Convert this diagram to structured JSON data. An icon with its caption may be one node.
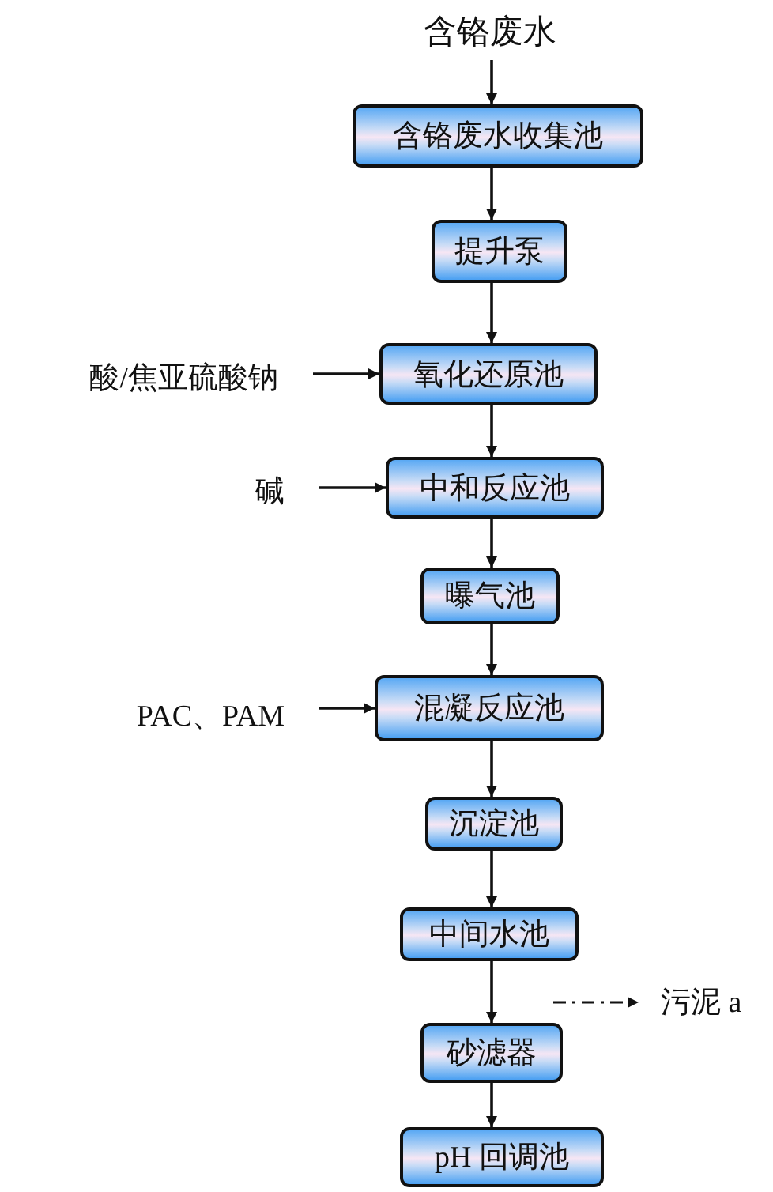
{
  "diagram": {
    "nodes": [
      {
        "text": [
          "含铬废水"
        ]
      },
      {
        "text": [
          "含铬废水收集池"
        ]
      },
      {
        "text": [
          "提升泵"
        ]
      },
      {
        "text": [
          "氧化还原池"
        ]
      },
      {
        "text": [
          "中和反应池"
        ]
      },
      {
        "text": [
          "曝气池"
        ]
      },
      {
        "text": [
          "混凝反应池"
        ]
      },
      {
        "text": [
          "沉淀池"
        ]
      },
      {
        "text": [
          "中间水池"
        ]
      },
      {
        "text": [
          "砂滤器"
        ]
      },
      {
        "text": [
          "pH 回调池"
        ]
      },
      {
        "text": [
          "酸/焦亚硫酸钠"
        ]
      },
      {
        "text": [
          "碱"
        ]
      },
      {
        "text": [
          "PAC、PAM"
        ]
      },
      {
        "text": [
          "污泥 a"
        ]
      }
    ],
    "edges": [
      {
        "from": 0,
        "to": 1,
        "arrow": "to"
      },
      {
        "from": 1,
        "to": 2,
        "arrow": "to"
      },
      {
        "from": 2,
        "to": 3,
        "arrow": "to"
      },
      {
        "from": 3,
        "to": 4,
        "arrow": "to"
      },
      {
        "from": 4,
        "to": 5,
        "arrow": "to"
      },
      {
        "from": 5,
        "to": 6,
        "arrow": "to"
      },
      {
        "from": 6,
        "to": 7,
        "arrow": "to"
      },
      {
        "from": 7,
        "to": 8,
        "arrow": "to"
      },
      {
        "from": 8,
        "to": 9,
        "arrow": "to"
      },
      {
        "from": 9,
        "to": 10,
        "arrow": "to"
      },
      {
        "from": 11,
        "to": 3,
        "arrow": "to"
      },
      {
        "from": 12,
        "to": 4,
        "arrow": "to"
      },
      {
        "from": 13,
        "to": 6,
        "arrow": "to"
      },
      {
        "from": null,
        "to": 14,
        "arrow": "to",
        "style": "dashed"
      }
    ]
  }
}
